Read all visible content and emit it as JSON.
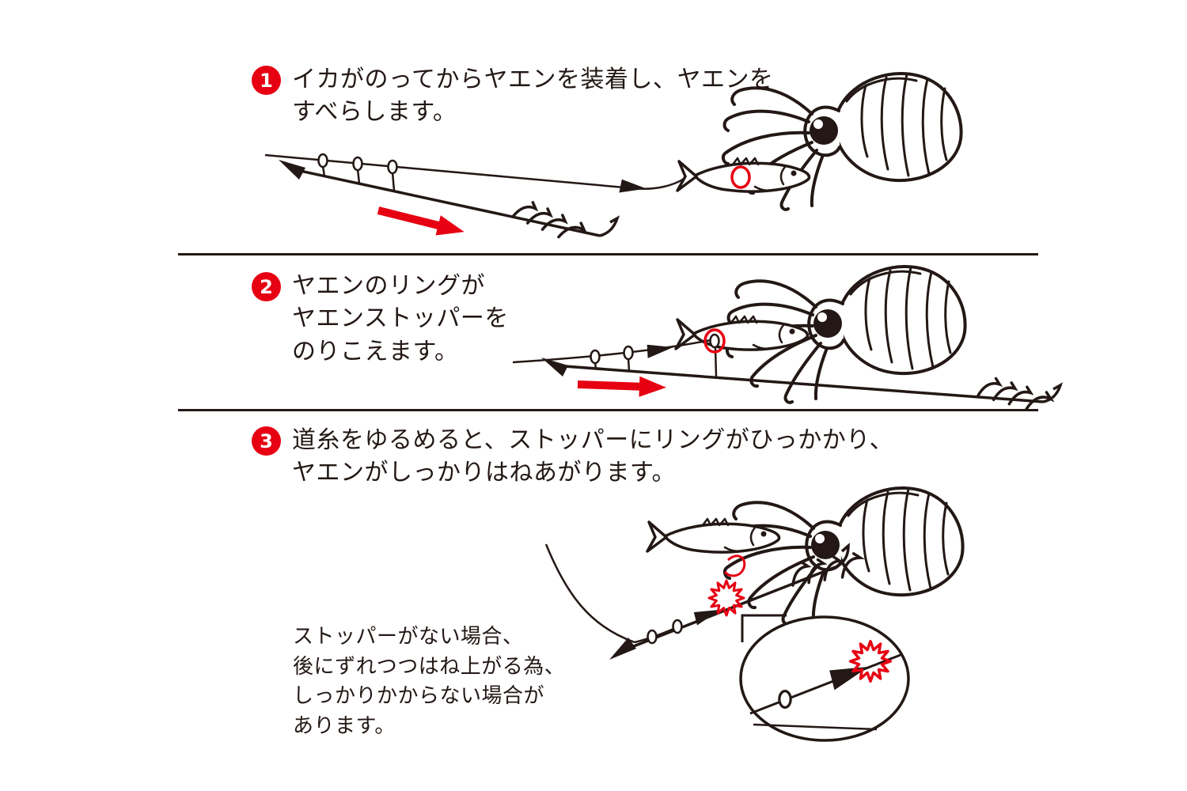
{
  "steps": [
    {
      "number": "1",
      "lines": [
        "イカがのってからヤエンを装着し、ヤエンを",
        "すべらします。"
      ]
    },
    {
      "number": "2",
      "lines": [
        "ヤエンのリングが",
        "ヤエンストッパーを",
        "のりこえます。"
      ]
    },
    {
      "number": "3",
      "lines": [
        "道糸をゆるめると、ストッパーにリングがひっかかり、",
        "ヤエンがしっかりはねあがります。"
      ]
    }
  ],
  "note": {
    "lines": [
      "ストッパーがない場合、",
      "後にずれつつはね上がる為、",
      "しっかりかからない場合が",
      "あります。"
    ]
  },
  "colors": {
    "accent_red": "#e60012",
    "ink": "#231815",
    "background": "#ffffff"
  }
}
